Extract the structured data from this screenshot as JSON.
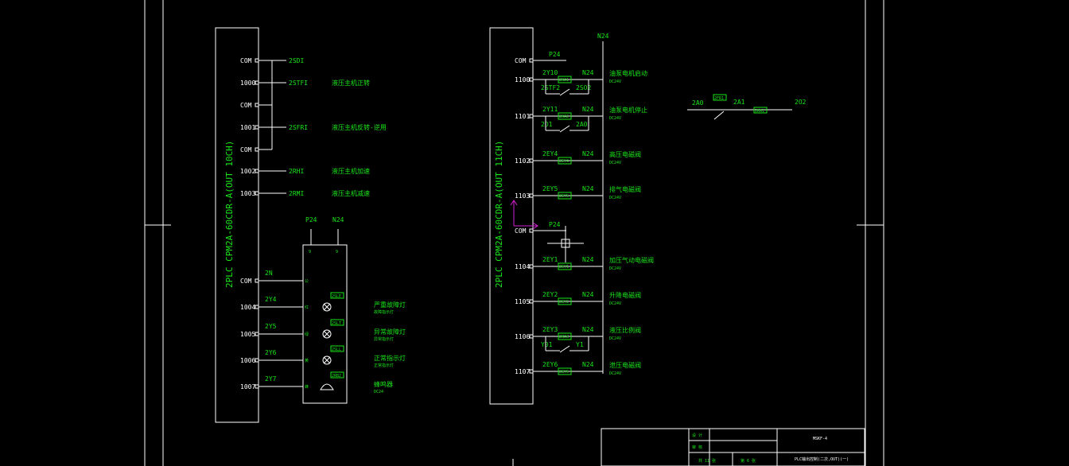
{
  "left_plc": {
    "title": "2PLC   CPM2A-60CDR-A(OUT 10CH)",
    "rows": [
      {
        "port": "COM",
        "wire": "2SDI",
        "desc": ""
      },
      {
        "port": "1000",
        "wire": "2STFI",
        "desc": "液压主机正转"
      },
      {
        "port": "COM",
        "wire": "",
        "desc": ""
      },
      {
        "port": "1001",
        "wire": "2SFRI",
        "desc": "液压主机反转-逆用"
      },
      {
        "port": "COM",
        "wire": "",
        "desc": ""
      },
      {
        "port": "1002",
        "wire": "2RHI",
        "desc": "液压主机加速"
      },
      {
        "port": "1003",
        "wire": "2RMI",
        "desc": "液压主机减速"
      }
    ],
    "supply": {
      "p": "P24",
      "n": "N24"
    },
    "indicators": [
      {
        "port": "COM",
        "wire": "2N",
        "tag": "",
        "desc": "",
        "sub": ""
      },
      {
        "port": "1004",
        "wire": "2Y4",
        "tag": "2SLE",
        "desc": "严重故障灯",
        "sub": "故障指示灯"
      },
      {
        "port": "1005",
        "wire": "2Y5",
        "tag": "2SLT",
        "desc": "异常故障灯",
        "sub": "异常指示灯"
      },
      {
        "port": "1006",
        "wire": "2Y6",
        "tag": "2SLL",
        "desc": "正常指示灯",
        "sub": "正常指示灯"
      },
      {
        "port": "1007",
        "wire": "2Y7",
        "tag": "2RB2",
        "desc": "蜂鸣器",
        "sub": "DC24"
      }
    ],
    "box_labels": [
      "公",
      "红",
      "绿",
      "黄",
      "蜂"
    ]
  },
  "right_plc": {
    "title": "2PLC   CPM2A-60CDR-A(OUT 11CH)",
    "top_label": "N24",
    "com_top": {
      "port": "COM",
      "wire": "P24"
    },
    "com_mid": {
      "port": "COM",
      "wire": "P24"
    },
    "rows": [
      {
        "port": "1100",
        "wire": "2Y10",
        "coil": "2KA1",
        "n": "N24",
        "desc": "油泵电机启动",
        "sub": "DC24V",
        "contact_l": "2STF2",
        "contact_r": "2SO2"
      },
      {
        "port": "1101",
        "wire": "2Y11",
        "coil": "2KA2",
        "n": "N24",
        "desc": "油泵电机停止",
        "sub": "DC24V",
        "contact_l": "2O1",
        "contact_r": "2A0"
      },
      {
        "port": "1102",
        "wire": "2EY4",
        "coil": "2EY4",
        "n": "N24",
        "desc": "高压电磁阀",
        "sub": "DC24V",
        "contact_l": "",
        "contact_r": ""
      },
      {
        "port": "1103",
        "wire": "2EY5",
        "coil": "2EY5",
        "n": "N24",
        "desc": "排气电磁阀",
        "sub": "DC24V",
        "contact_l": "",
        "contact_r": ""
      },
      {
        "port": "1104",
        "wire": "2EY1",
        "coil": "2EY1",
        "n": "N24",
        "desc": "加压气动电磁阀",
        "sub": "DC24V",
        "contact_l": "",
        "contact_r": ""
      },
      {
        "port": "1105",
        "wire": "2EY2",
        "coil": "2EY2",
        "n": "N24",
        "desc": "升降电磁阀",
        "sub": "DC24V",
        "contact_l": "",
        "contact_r": ""
      },
      {
        "port": "1106",
        "wire": "2EY3",
        "coil": "2KA3",
        "n": "N24",
        "desc": "液压比例阀",
        "sub": "DC24V",
        "contact_l": "Y01",
        "contact_r": "Y1"
      },
      {
        "port": "1107",
        "wire": "2EY6",
        "coil": "2EY6",
        "n": "N24",
        "desc": "泄压电磁阀",
        "sub": "DC24V",
        "contact_l": "",
        "contact_r": ""
      }
    ]
  },
  "side_circuit": {
    "a": "2A0",
    "b": "2A1",
    "c": "2O2",
    "k1": "2FR1",
    "k2": "2KA1"
  },
  "title_block": {
    "r1c1": "设 计",
    "r2c1": "审 核",
    "code": "MSKF-4",
    "sheet_l": "共 11 张",
    "sheet_r": "第 6 张",
    "drawing": "PLC输出控制(二次,OUT)(一)"
  }
}
